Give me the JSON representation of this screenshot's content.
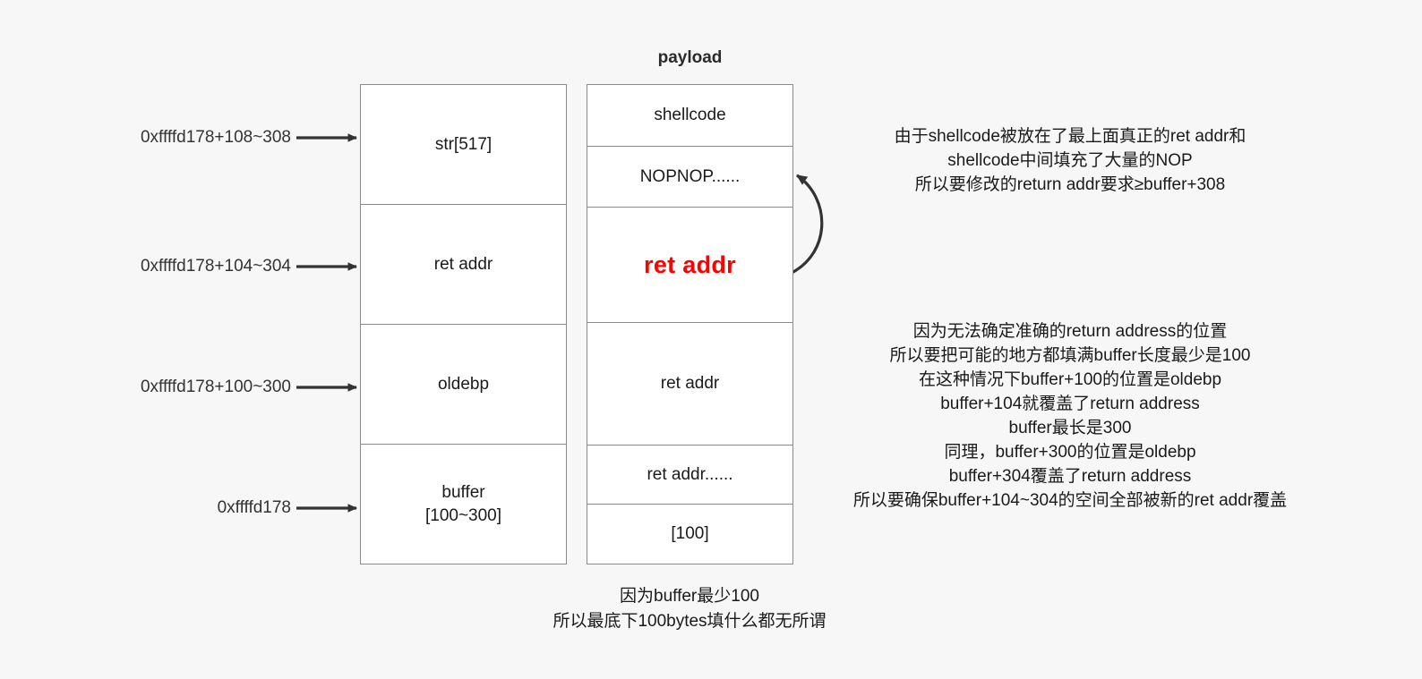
{
  "diagram": {
    "title": "payload",
    "stack": {
      "name": "stack-layout",
      "cells": [
        {
          "label": "str[517]",
          "sub": ""
        },
        {
          "label": "ret addr",
          "sub": ""
        },
        {
          "label": "oldebp",
          "sub": ""
        },
        {
          "label": "buffer",
          "sub": "[100~300]"
        }
      ],
      "address_labels": [
        "0xffffd178+108~308",
        "0xffffd178+104~304",
        "0xffffd178+100~300",
        "0xffffd178"
      ]
    },
    "payload": {
      "name": "payload-layout",
      "cells": [
        "shellcode",
        "NOPNOP......",
        "ret addr",
        "ret addr",
        "ret addr......",
        "[100]"
      ],
      "highlight_cell_index": 2,
      "highlight_color": "#ff0000"
    },
    "notes": {
      "top": [
        "由于shellcode被放在了最上面真正的ret addr和",
        "shellcode中间填充了大量的NOP",
        "所以要修改的return addr要求≥buffer+308"
      ],
      "middle": [
        "因为无法确定准确的return address的位置",
        "所以要把可能的地方都填满buffer长度最少是100",
        "在这种情况下buffer+100的位置是oldebp",
        "buffer+104就覆盖了return address",
        "buffer最长是300",
        "同理，buffer+300的位置是oldebp",
        "buffer+304覆盖了return address",
        "所以要确保buffer+104~304的空间全部被新的ret addr覆盖"
      ],
      "bottom": [
        "因为buffer最少100",
        "所以最底下100bytes填什么都无所谓"
      ]
    },
    "colors": {
      "background": "#f7f7f7",
      "box_border": "#8a8a8a",
      "box_fill": "#ffffff",
      "text": "#1a1a1a",
      "arrow": "#333333",
      "accent_red": "#ff0000"
    }
  }
}
